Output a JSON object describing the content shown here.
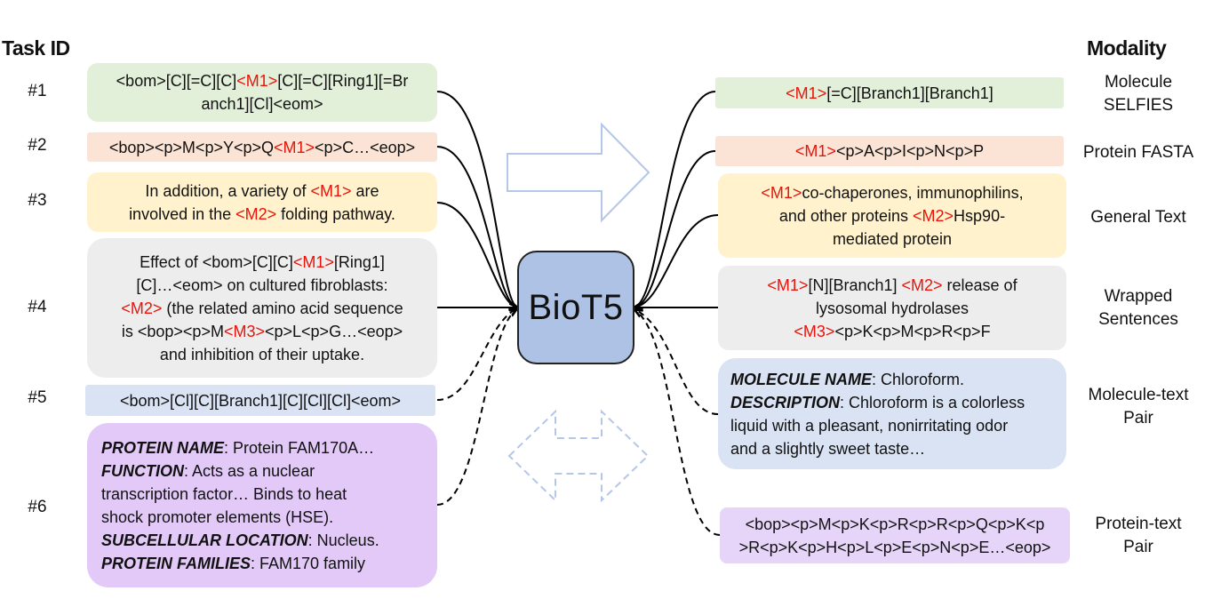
{
  "headers": {
    "task_id": "Task ID",
    "modality": "Modality"
  },
  "center": "BioT5",
  "task_ids": [
    "#1",
    "#2",
    "#3",
    "#4",
    "#5",
    "#6"
  ],
  "modalities": {
    "m1_l1": "Molecule",
    "m1_l2": "SELFIES",
    "m2_l1": "Protein FASTA",
    "m3_l1": "General Text",
    "m4_l1": "Wrapped",
    "m4_l2": "Sentences",
    "m5_l1": "Molecule-text",
    "m5_l2": "Pair",
    "m6_l1": "Protein-text",
    "m6_l2": "Pair"
  },
  "inputs": {
    "t1": {
      "l1a": "<bom>[C][=C][C]",
      "l1m": "<M1>",
      "l1b": "[C][=C][Ring1][=Br",
      "l2": "anch1][Cl]<eom>"
    },
    "t2": {
      "a": "<bop><p>M<p>Y<p>Q",
      "m": "<M1>",
      "b": "<p>C…<eop>"
    },
    "t3": {
      "l1a": "In addition, a variety of ",
      "l1m": "<M1>",
      "l1b": " are",
      "l2a": "involved in the ",
      "l2m": "<M2>",
      "l2b": " folding pathway."
    },
    "t4": {
      "l1a": "Effect of <bom>[C][C]",
      "l1m": "<M1>",
      "l1b": "[Ring1]",
      "l2": "[C]…<eom> on cultured fibroblasts:",
      "l3m": "<M2>",
      "l3b": " (the related amino acid sequence",
      "l4a": "is <bop><p>M",
      "l4m": "<M3>",
      "l4b": "<p>L<p>G…<eop>",
      "l5": "and inhibition of their uptake."
    },
    "t5": {
      "text": "<bom>[Cl][C][Branch1][C][Cl][Cl]<eom>"
    },
    "t6": {
      "k1": "PROTEIN NAME",
      "v1": ": Protein FAM170A…",
      "k2": "FUNCTION",
      "v2": ": Acts as a nuclear",
      "l3": "transcription factor… Binds to heat",
      "l4": "shock promoter elements (HSE).",
      "k5": "SUBCELLULAR LOCATION",
      "v5": ": Nucleus.",
      "k6": "PROTEIN FAMILIES",
      "v6": ": FAM170 family"
    }
  },
  "outputs": {
    "o1": {
      "m": "<M1>",
      "b": "[=C][Branch1][Branch1]"
    },
    "o2": {
      "m": "<M1>",
      "b": "<p>A<p>I<p>N<p>P"
    },
    "o3": {
      "l1m": "<M1>",
      "l1b": "co-chaperones, immunophilins,",
      "l2a": "and other proteins ",
      "l2m": "<M2>",
      "l2b": "Hsp90-",
      "l3": "mediated protein"
    },
    "o4": {
      "l1m": "<M1>",
      "l1b": "[N][Branch1] ",
      "l1m2": "<M2>",
      "l1c": " release of",
      "l2": "lysosomal hydrolases",
      "l3m": "<M3>",
      "l3b": "<p>K<p>M<p>R<p>F"
    },
    "o5": {
      "k1": "MOLECULE NAME",
      "v1": ": Chloroform.",
      "k2": "DESCRIPTION",
      "v2": ": Chloroform is a colorless",
      "l3": "liquid with a pleasant, nonirritating odor",
      "l4": "and a slightly sweet taste…"
    },
    "o6": {
      "l1": "<bop><p>M<p>K<p>R<p>R<p>Q<p>K<p",
      "l2": ">R<p>K<p>H<p>L<p>E<p>N<p>E…<eop>"
    }
  },
  "colors": {
    "green": "#e2efd9",
    "salmon": "#fbe4d5",
    "yellow": "#fff2cc",
    "grey": "#ededed",
    "blue": "#dae3f3",
    "purple": "#e2c9f7",
    "center": "#aec2e6",
    "mask_token": "#e8140a",
    "arrow_outline": "#b4c7e7"
  }
}
